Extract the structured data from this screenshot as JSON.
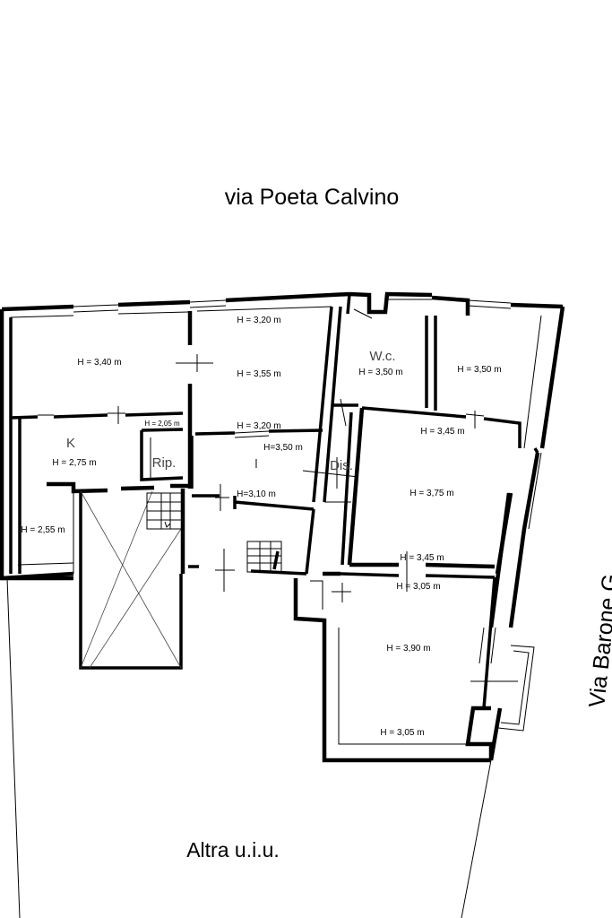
{
  "streets": {
    "top": "via Poeta Calvino",
    "right": "Via Barone G.",
    "bottom": "Altra u.i.u."
  },
  "rooms": {
    "k": "K",
    "rip": "Rip.",
    "i": "I",
    "dis": "Dis.",
    "wc": "W.c."
  },
  "heights": {
    "h_340": "H = 3,40 m",
    "h_320_top": "H = 3,20 m",
    "h_355": "H = 3,55 m",
    "h_320_mid": "H = 3,20 m",
    "h_350_wc": "H = 3,50 m",
    "h_350_right": "H = 3,50 m",
    "h_345_top": "H = 3,45 m",
    "h_205": "H = 2,05 m",
    "h_275": "H = 2,75 m",
    "h_350_i": "H=3,50 m",
    "h_375": "H = 3,75 m",
    "h_255": "H = 2,55 m",
    "h_310": "H=3,10 m",
    "h_345_mid": "H = 3,45 m",
    "h_305_top": "H = 3,05 m",
    "h_390": "H = 3,90 m",
    "h_305_bottom": "H = 3,05 m"
  }
}
